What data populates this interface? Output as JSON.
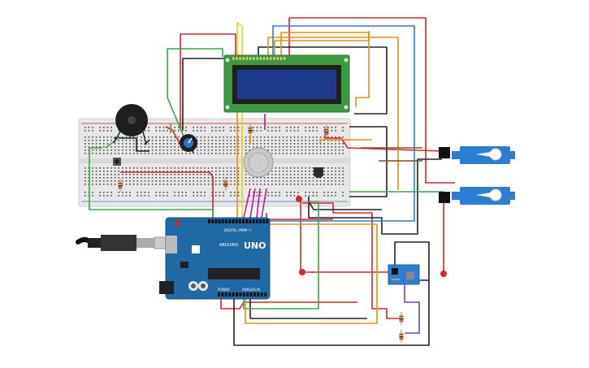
{
  "diagram": {
    "title": "",
    "arduino": {
      "brand": "ARDUINO",
      "model": "UNO",
      "power_label": "POWER",
      "analog_label": "ANALOG IN",
      "digital_label": "DIGITAL (PWM~)"
    },
    "components": [
      {
        "name": "Arduino Uno",
        "icon": "arduino-board"
      },
      {
        "name": "16x2 LCD",
        "icon": "lcd-display"
      },
      {
        "name": "Breadboard",
        "icon": "breadboard"
      },
      {
        "name": "Piezo buzzer",
        "icon": "buzzer"
      },
      {
        "name": "Potentiometer",
        "icon": "potentiometer"
      },
      {
        "name": "Gas sensor",
        "icon": "gas-sensor"
      },
      {
        "name": "Temperature sensor",
        "icon": "temp-sensor"
      },
      {
        "name": "Pushbutton",
        "icon": "pushbutton"
      },
      {
        "name": "Servo motor 1",
        "icon": "servo"
      },
      {
        "name": "Servo motor 2",
        "icon": "servo"
      },
      {
        "name": "ESP8266 Wi-Fi module",
        "icon": "wifi-module"
      },
      {
        "name": "USB cable",
        "icon": "usb-cable"
      }
    ],
    "wire_colors": {
      "red": "#d62828",
      "black": "#222222",
      "green": "#3aa845",
      "orange": "#e8910c",
      "blue": "#2a7fd4",
      "yellow": "#e8d51e",
      "purple": "#7b3fb8",
      "brown": "#8a4b1b",
      "magenta": "#c2188c"
    }
  }
}
